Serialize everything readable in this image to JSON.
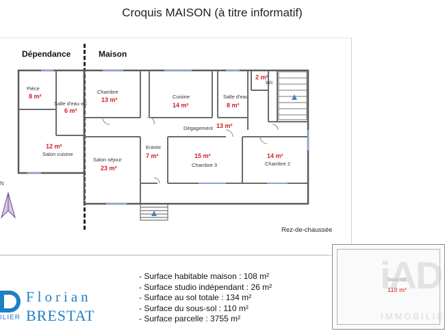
{
  "title": "Croquis MAISON (à titre informatif)",
  "zones": {
    "dependance": "Dépendance",
    "maison": "Maison"
  },
  "level_label": "Rez-de-chaussée",
  "rooms": [
    {
      "name": "Pièce",
      "area": "8 m²"
    },
    {
      "name": "Salle d'eau wc",
      "area": "6 m²"
    },
    {
      "name": "Salon cuisine",
      "area": "12 m²"
    },
    {
      "name": "Chambre",
      "area": "13 m²"
    },
    {
      "name": "Cuisine",
      "area": "14 m²"
    },
    {
      "name": "Salle d'eau",
      "area": "8 m²"
    },
    {
      "name": "Wc",
      "area": "2 m²"
    },
    {
      "name": "Dégagement",
      "area": "13 m²"
    },
    {
      "name": "Salon séjour",
      "area": "23 m²"
    },
    {
      "name": "Entrée",
      "area": "7 m²"
    },
    {
      "name": "Chambre 3",
      "area": "15 m²"
    },
    {
      "name": "Chambre 2",
      "area": "14 m²"
    }
  ],
  "surfaces": [
    "- Surface habitable maison : 108 m²",
    "- Surface studio indépendant : 26 m²",
    "- Surface au sol totale : 134 m²",
    "- Surface du sous-sol : 110 m²",
    "- Surface parcelle : 3755 m²"
  ],
  "agent": {
    "first_name": "Florian",
    "last_name": "BRESTAT",
    "suffix": "ILIER"
  },
  "basement": {
    "name": "Sous-sol",
    "area": "110 m²"
  },
  "watermark": {
    "brand": "iAD",
    "sub": "IMMOBILIER"
  },
  "colors": {
    "area_text": "#d02020",
    "agent_blue": "#1f7fc4",
    "wall": "#555555"
  }
}
